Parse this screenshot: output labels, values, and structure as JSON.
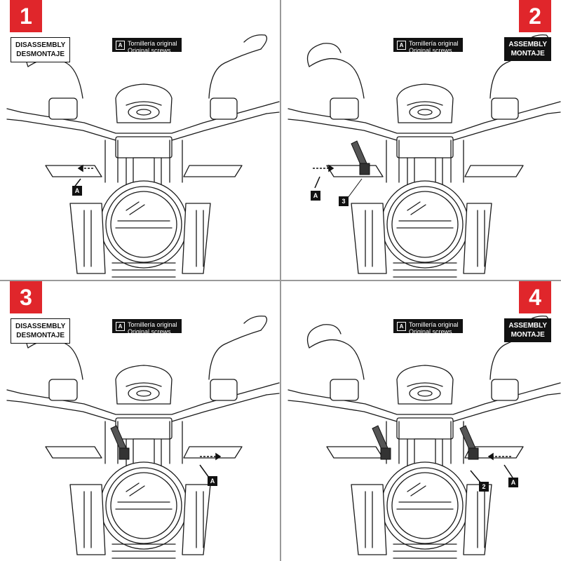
{
  "panels": [
    {
      "number": "1",
      "mode_line1": "DISASSEMBLY",
      "mode_line2": "DESMONTAJE",
      "legend_key": "A",
      "legend_line1": "Tornillería original",
      "legend_line2": "Original screws",
      "tags": [
        "A"
      ]
    },
    {
      "number": "2",
      "mode_line1": "ASSEMBLY",
      "mode_line2": "MONTAJE",
      "legend_key": "A",
      "legend_line1": "Tornillería original",
      "legend_line2": "Original screws",
      "tags": [
        "A",
        "3"
      ]
    },
    {
      "number": "3",
      "mode_line1": "DISASSEMBLY",
      "mode_line2": "DESMONTAJE",
      "legend_key": "A",
      "legend_line1": "Tornillería original",
      "legend_line2": "Original screws",
      "tags": [
        "A"
      ]
    },
    {
      "number": "4",
      "mode_line1": "ASSEMBLY",
      "mode_line2": "MONTAJE",
      "legend_key": "A",
      "legend_line1": "Tornillería original",
      "legend_line2": "Original screws",
      "tags": [
        "2",
        "A"
      ]
    }
  ],
  "colors": {
    "accent": "#e0262b",
    "label_bg": "#111111",
    "line": "#1a1a1a",
    "divider": "#9a9a9a"
  },
  "icons": [
    "motorcycle-front-illustration",
    "arrow-icon",
    "bracket-part"
  ]
}
